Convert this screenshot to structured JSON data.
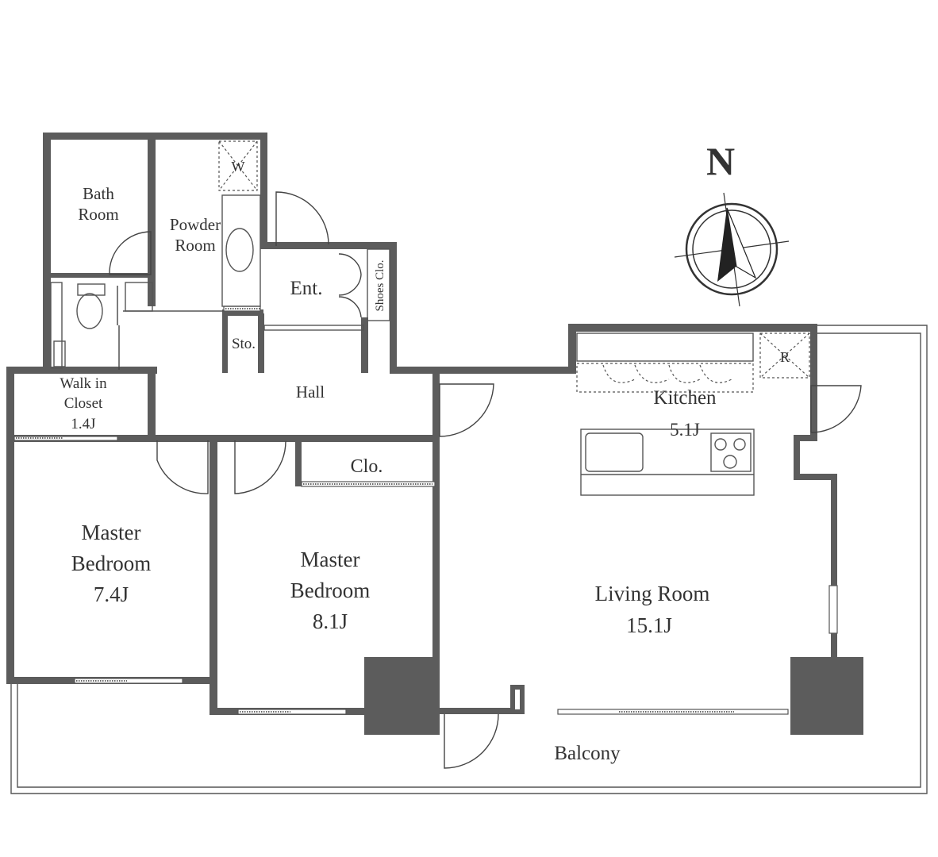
{
  "compass": {
    "label": "N"
  },
  "rooms": {
    "bath": {
      "line1": "Bath",
      "line2": "Room"
    },
    "powder": {
      "line1": "Powder",
      "line2": "Room",
      "washer": "W"
    },
    "entrance": {
      "label": "Ent.",
      "shoes": "Shoes Clo."
    },
    "storage": {
      "label": "Sto."
    },
    "walk_in_closet": {
      "line1": "Walk in",
      "line2": "Closet",
      "size": "1.4J"
    },
    "hall": {
      "label": "Hall"
    },
    "kitchen": {
      "label": "Kitchen",
      "size": "5.1J",
      "fridge": "R"
    },
    "closet": {
      "label": "Clo."
    },
    "bedroom1": {
      "line1": "Master",
      "line2": "Bedroom",
      "size": "7.4J"
    },
    "bedroom2": {
      "line1": "Master",
      "line2": "Bedroom",
      "size": "8.1J"
    },
    "living": {
      "label": "Living Room",
      "size": "15.1J"
    },
    "balcony": {
      "label": "Balcony"
    }
  }
}
